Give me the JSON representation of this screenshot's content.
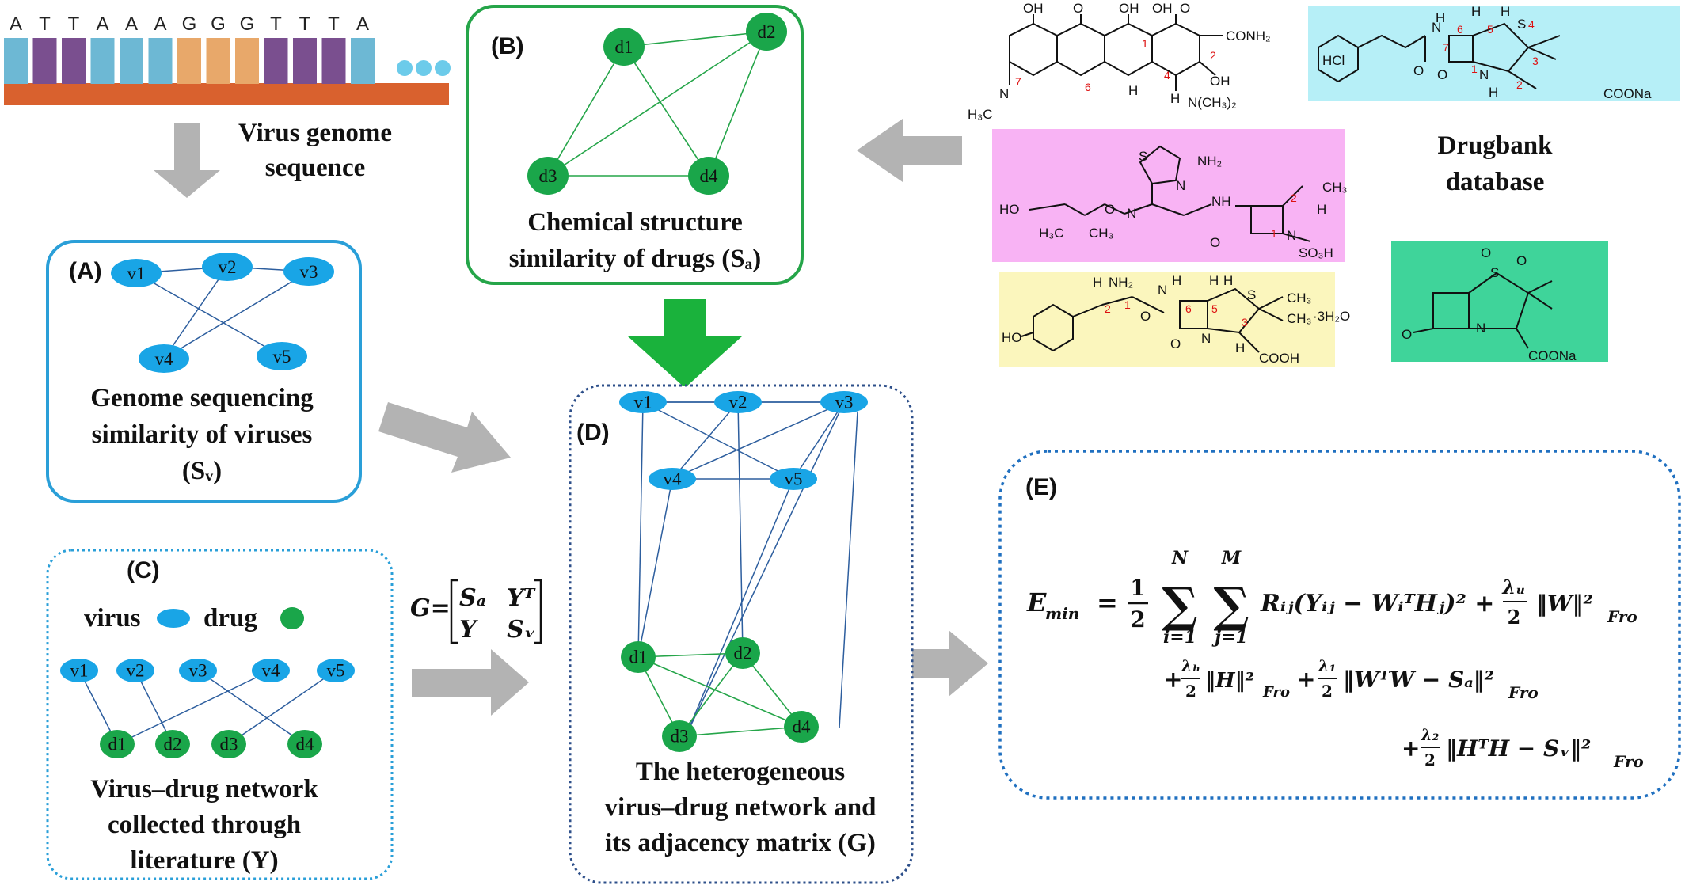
{
  "genome": {
    "bases": [
      "A",
      "T",
      "T",
      "A",
      "A",
      "A",
      "G",
      "G",
      "G",
      "T",
      "T",
      "T",
      "A"
    ],
    "label_line1": "Virus genome",
    "label_line2": "sequence"
  },
  "panels": {
    "A": {
      "letter": "(A)",
      "line1": "Genome sequencing",
      "line2": "similarity of viruses",
      "line3": "(Sᵥ)"
    },
    "B": {
      "letter": "(B)",
      "line1": "Chemical structure",
      "line2": "similarity of drugs (Sₐ)"
    },
    "C": {
      "letter": "(C)",
      "legend_virus": "virus",
      "legend_drug": "drug",
      "line1": "Virus–drug network",
      "line2": "collected through",
      "line3": "literature (Y)"
    },
    "D": {
      "letter": "(D)",
      "line1": "The heterogeneous",
      "line2": "virus–drug network and",
      "line3": "its adjacency matrix (G)"
    },
    "E": {
      "letter": "(E)"
    }
  },
  "nodes": {
    "viruses": [
      "v1",
      "v2",
      "v3",
      "v4",
      "v5"
    ],
    "drugs": [
      "d1",
      "d2",
      "d3",
      "d4"
    ]
  },
  "drugbank": {
    "line1": "Drugbank",
    "line2": "database"
  },
  "chem_labels": {
    "oh": "OH",
    "o": "O",
    "conh2": "CONH₂",
    "h": "H",
    "n": "N",
    "s": "S",
    "nh2": "NH₂",
    "coona": "COONa",
    "cooh": "COOH",
    "ho": "HO",
    "ch3": "CH₃",
    "nch32": "N(CH₃)₂",
    "h3c": "H₃C",
    "hcl": "HCl",
    "so3h": "SO₃H",
    "h2o": "·3H₂O",
    "nh": "NH"
  },
  "matrix": {
    "prefix": "G=",
    "sd": "Sₐ",
    "yt": "Yᵀ",
    "y": "Y",
    "sv": "Sᵥ"
  },
  "formula": {
    "lhs": "E",
    "lhs_sub": "min",
    "eq": "=",
    "half_num": "1",
    "half_den": "2",
    "sum1_top": "N",
    "sum1_bot": "i=1",
    "sum2_top": "M",
    "sum2_bot": "j=1",
    "term1": "Rᵢⱼ(Yᵢⱼ − WᵢᵀHⱼ)² +",
    "lw_num": "λᵤ",
    "lw_den": "2",
    "wnorm": "‖W‖²",
    "fro": "Fro",
    "lh_num": "λₕ",
    "lh_den": "2",
    "hnorm": "‖H‖²",
    "l1_num": "λ₁",
    "l1_den": "2",
    "t1": "‖WᵀW − Sₐ‖²",
    "l2_num": "λ₂",
    "l2_den": "2",
    "t2": "‖HᵀH − Sᵥ‖²",
    "plus": "+"
  },
  "colors": {
    "virus": "#19a5e6",
    "drug": "#1aa64a",
    "arrow_gray": "#b3b3b3",
    "arrow_green": "#1ab23c",
    "genome_bar": "#d9612e",
    "base_teal": "#6db8d4",
    "base_purple": "#7a4f8f",
    "base_orange": "#e8a86a",
    "boxA": "#2a9fd8",
    "boxB": "#25a549",
    "boxD": "#2d4f8a",
    "boxE": "#2070c0",
    "chem_cyan": "#b6eff7",
    "chem_pink": "#f8b3f4",
    "chem_yellow": "#fbf6bd",
    "chem_green": "#3fd49a"
  }
}
